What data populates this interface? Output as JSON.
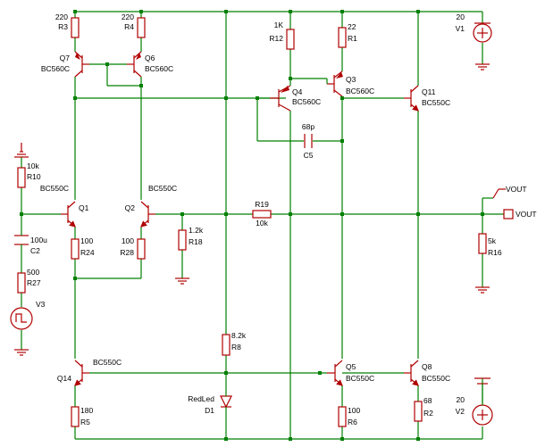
{
  "components": {
    "R3": {
      "name": "R3",
      "value": "220"
    },
    "R4": {
      "name": "R4",
      "value": "220"
    },
    "R12": {
      "name": "R12",
      "value": "1K"
    },
    "R1": {
      "name": "R1",
      "value": "22"
    },
    "R10": {
      "name": "R10",
      "value": "10k"
    },
    "R24": {
      "name": "R24",
      "value": "100"
    },
    "R28": {
      "name": "R28",
      "value": "100"
    },
    "R18": {
      "name": "R18",
      "value": "1.2k"
    },
    "R19": {
      "name": "R19",
      "value": "10k"
    },
    "R16": {
      "name": "R16",
      "value": "5k"
    },
    "R27": {
      "name": "R27",
      "value": "500"
    },
    "R8": {
      "name": "R8",
      "value": "8.2k"
    },
    "R5": {
      "name": "R5",
      "value": "180"
    },
    "R6": {
      "name": "R6",
      "value": "100"
    },
    "R2": {
      "name": "R2",
      "value": "68"
    },
    "C2": {
      "name": "C2",
      "value": "100u"
    },
    "C5": {
      "name": "C5",
      "value": "68p"
    },
    "V1": {
      "name": "V1",
      "value": "20"
    },
    "V2": {
      "name": "V2",
      "value": "20"
    },
    "V3": {
      "name": "V3"
    },
    "D1": {
      "name": "D1",
      "value": "RedLed"
    },
    "Q7": {
      "name": "Q7",
      "model": "BC560C"
    },
    "Q6": {
      "name": "Q6",
      "model": "BC560C"
    },
    "Q4": {
      "name": "Q4",
      "model": "BC560C"
    },
    "Q3": {
      "name": "Q3",
      "model": "BC560C"
    },
    "Q11": {
      "name": "Q11",
      "model": "BC550C"
    },
    "Q1": {
      "name": "Q1",
      "model": "BC550C"
    },
    "Q2": {
      "name": "Q2",
      "model": "BC550C"
    },
    "Q14": {
      "name": "Q14",
      "model": "BC550C"
    },
    "Q5": {
      "name": "Q5",
      "model": "BC550C"
    },
    "Q8": {
      "name": "Q8",
      "model": "BC550C"
    }
  },
  "outputs": {
    "vout_probe": "VOUT",
    "vout_port": "VOUT"
  }
}
